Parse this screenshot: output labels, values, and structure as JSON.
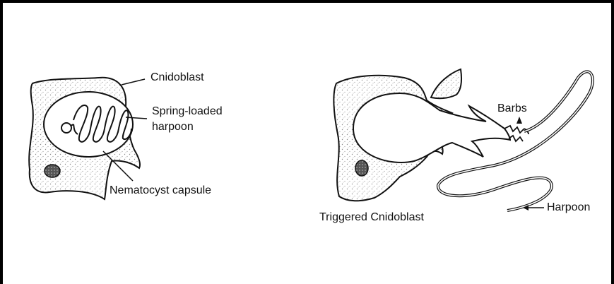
{
  "diagram": {
    "resting_cell": {
      "labels": {
        "cnidoblast": "Cnidoblast",
        "harpoon_line1": "Spring-loaded",
        "harpoon_line2": "harpoon",
        "capsule": "Nematocyst capsule"
      }
    },
    "triggered_cell": {
      "labels": {
        "barbs": "Barbs",
        "harpoon": "Harpoon",
        "caption": "Triggered Cnidoblast"
      }
    },
    "colors": {
      "ink": "#111111",
      "stipple": "#9a9a9a",
      "background": "#ffffff"
    }
  }
}
